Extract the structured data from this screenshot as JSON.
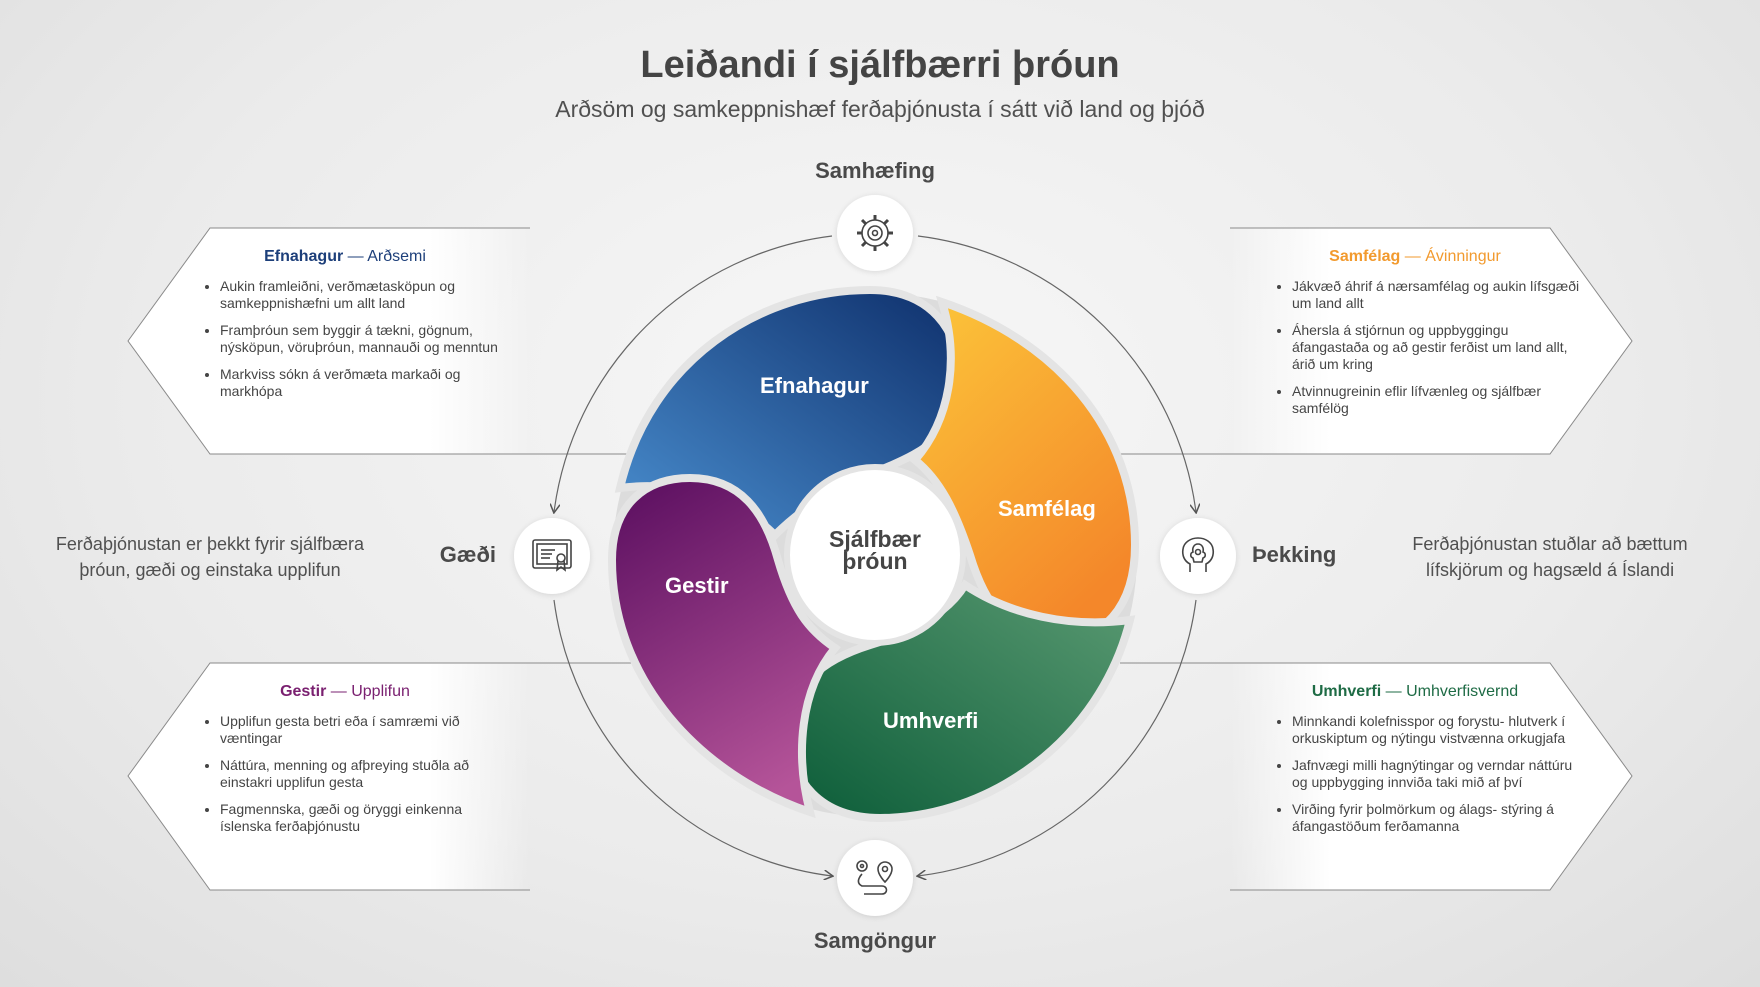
{
  "title": "Leiðandi í sjálfbærri þróun",
  "subtitle": "Arðsöm og samkeppnishæf ferðaþjónusta í sátt við land og þjóð",
  "center": {
    "line1": "Sjálfbær",
    "line2": "þróun"
  },
  "petals": {
    "efnahagur": "Efnahagur",
    "samfelag": "Samfélag",
    "umhverfi": "Umhverfi",
    "gestir": "Gestir"
  },
  "nodes": {
    "top": {
      "label": "Samhæfing",
      "icon": "gear-target-icon"
    },
    "bottom": {
      "label": "Samgöngur",
      "icon": "route-pin-icon"
    },
    "left": {
      "label": "Gæði",
      "icon": "certificate-icon"
    },
    "right": {
      "label": "Þekking",
      "icon": "head-profile-icon"
    }
  },
  "side_texts": {
    "left": "Ferðaþjónustan er þekkt fyrir sjálfbæra þróun, gæði og einstaka upplifun",
    "right": "Ferðaþjónustan stuðlar að bættum lífskjörum og hagsæld á Íslandi"
  },
  "cards": {
    "top_left": {
      "heading": "Efnahagur",
      "subheading": "Arðsemi",
      "color": "#1d3f7a",
      "items": [
        "Aukin framleiðni, verðmætasköpun og samkeppnishæfni um allt land",
        "Framþróun sem byggir á tækni, gögnum, nýsköpun, vöruþróun, mannauði og menntun",
        "Markviss sókn á verðmæta markaði og markhópa"
      ]
    },
    "top_right": {
      "heading": "Samfélag",
      "subheading": "Ávinningur",
      "color": "#f29a2e",
      "items": [
        "Jákvæð áhrif á nærsamfélag og aukin lífsgæði um land allt",
        "Áhersla á stjórnun og uppbyggingu áfangastaða og að gestir ferðist um land allt, árið um kring",
        "Atvinnugreinin eflir lífvænleg og sjálfbær samfélög"
      ]
    },
    "bottom_left": {
      "heading": "Gestir",
      "subheading": "Upplifun",
      "color": "#7a2070",
      "items": [
        "Upplifun gesta betri eða í samræmi við væntingar",
        "Náttúra, menning og afþreying stuðla að einstakri upplifun gesta",
        "Fagmennska, gæði og öryggi einkenna íslenska ferðaþjónustu"
      ]
    },
    "bottom_right": {
      "heading": "Umhverfi",
      "subheading": "Umhverfisvernd",
      "color": "#1e6b45",
      "items": [
        "Minnkandi kolefnisspor og forystu- hlutverk í orkuskiptum og nýtingu vistvænna orkugjafa",
        "Jafnvægi milli hagnýtingar og verndar náttúru og uppbygging innviða taki mið af því",
        "Virðing fyrir þolmörkum og álags- stýring á áfangastöðum ferðamanna"
      ]
    }
  },
  "colors": {
    "efnahagur": [
      "#4a8fd0",
      "#0e2f6b"
    ],
    "samfelag": [
      "#fcc63a",
      "#f4872a"
    ],
    "umhverfi": [
      "#0b5c38",
      "#5a9a72"
    ],
    "gestir": [
      "#5e1162",
      "#b55499"
    ]
  }
}
